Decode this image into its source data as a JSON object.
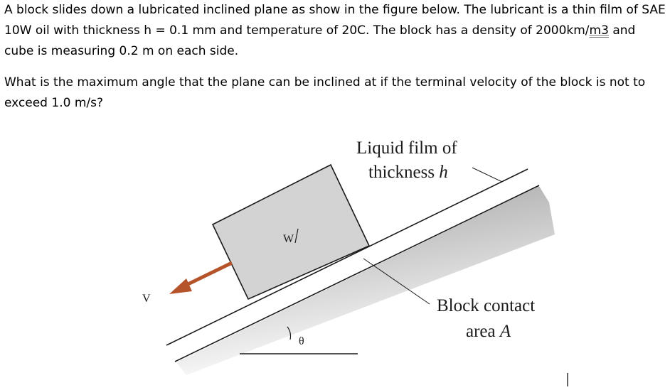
{
  "question": {
    "paragraph1": {
      "main": "A block slides down a lubricated inclined plane as show in the figure below. The lubricant is a thin film of SAE 10W oil with thickness h = 0.1 mm and temperature of 20C. The block has a density of 2000km/",
      "unit_word": "m3",
      "tail": " and cube is measuring 0.2 m on each side."
    },
    "paragraph2": "What is the maximum angle that the plane can be inclined at if the terminal velocity of the block is not to exceed 1.0 m/s?"
  },
  "figure": {
    "film_label_line1": "Liquid film of",
    "film_label_line2_text": "thickness ",
    "film_label_line2_symbol": "h",
    "weight_label": "W",
    "velocity_label": "V",
    "angle_label": "θ",
    "contact_label_line1": "Block contact",
    "contact_label_line2_text": "area ",
    "contact_label_line2_symbol": "A",
    "colors": {
      "block_fill": "#d3d3d3",
      "arrow": "#b5532a",
      "outline": "#1a1a1a"
    }
  }
}
